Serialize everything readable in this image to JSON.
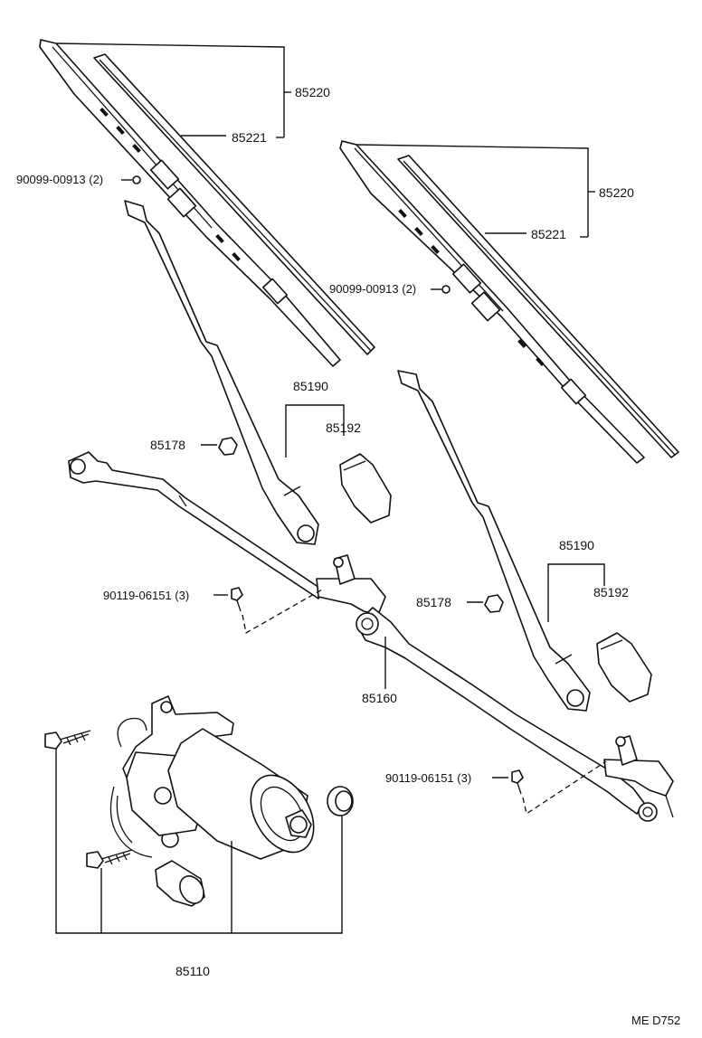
{
  "labels": {
    "blade_assy_left": "85220",
    "blade_insert_left": "85221",
    "screw_left": "90099-00913 (2)",
    "blade_assy_right": "85220",
    "blade_insert_right": "85221",
    "screw_right": "90099-00913 (2)",
    "arm_left": "85190",
    "cap_left": "85192",
    "nut_left": "85178",
    "arm_right": "85190",
    "cap_right": "85192",
    "nut_right": "85178",
    "bolt_link_left": "90119-06151 (3)",
    "bolt_link_right": "90119-06151 (3)",
    "link": "85160",
    "motor": "85110",
    "code": "ME  D752"
  }
}
